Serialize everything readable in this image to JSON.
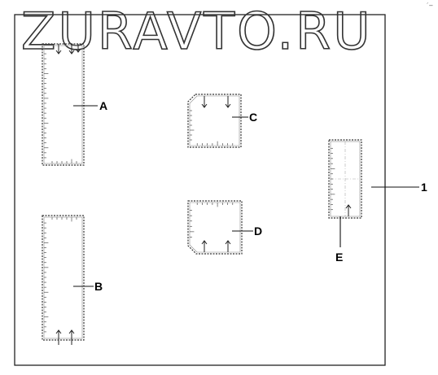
{
  "watermark": "ZURAVTO.RU",
  "corner_mark": "´−",
  "labels": {
    "a": "A",
    "b": "B",
    "c": "C",
    "d": "D",
    "e": "E",
    "one": "1"
  }
}
